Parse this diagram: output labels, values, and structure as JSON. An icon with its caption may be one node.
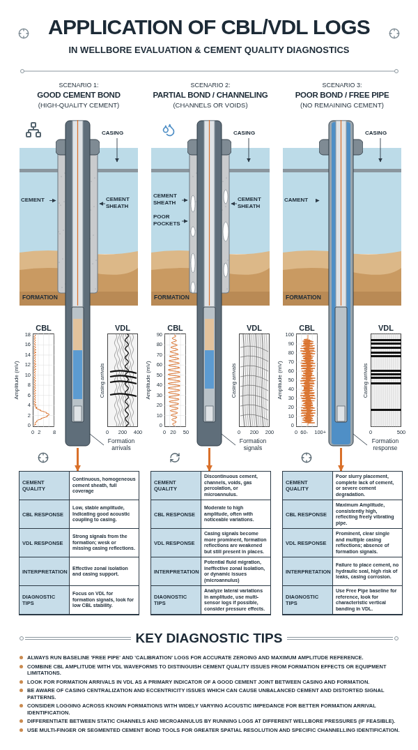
{
  "diagram": {
    "title": "APPLICATION OF CBL/VDL LOGS",
    "nodes": [
      {
        "text": [
          "CASING"
        ]
      },
      {
        "text": [
          "CEMENT"
        ]
      },
      {
        "text": [
          "CEMENT SHEATH"
        ]
      },
      {
        "text": [
          "Formation arrivals"
        ]
      },
      {
        "text": [],
        "shape": "cylinder"
      },
      {
        "text": [
          "CASING"
        ]
      },
      {
        "text": [
          "CEMENT SHEATH"
        ]
      },
      {
        "text": [
          "CEMENT SHEATH"
        ]
      },
      {
        "text": [
          "POOR POCKETS"
        ]
      },
      {
        "text": [
          "Formation signals"
        ]
      },
      {
        "text": [],
        "shape": "cylinder"
      },
      {
        "text": [
          "CASING"
        ]
      },
      {
        "text": [
          "CAMENT"
        ]
      },
      {
        "text": [
          "Formation response"
        ]
      },
      {
        "text": [],
        "shape": "cylinder"
      },
      {
        "text": [
          "CEMENT QUALITY",
          "Continuous, homogeneous cement sheath, full coverage",
          "CBL RESPONSE",
          "Low, stable amplitude, Indicating good acoustic coupling to casing.",
          "VDL RESPONSE",
          "Strong signals from the formation; wesk or missing casing reflections.",
          "INTERPRETATION",
          "Effective zonal isolation and casing support.",
          "DIAGNOSTIC TIPS",
          "Focus on VDL for formation signals, look for low CBL stability."
        ]
      },
      {
        "text": [
          "CEMENT QUALITY",
          "Discontinuous cement, channels, voids, gas percolation, or microannulus.",
          "CBL RESPONSE",
          "Moderate to high amplitude, often with noticeable variations.",
          "VDL RESPONSE",
          "Casing signals become more prominent, formation reflections are weakened but still present in places.",
          "INTERPRETATION",
          "Potential fluid migration, ineffective zonal isolation, or dynamic issues (microannulus)",
          "DIAGNOSTIC TIPS",
          "Analyze lateral variations in amplitude, use multi-sensor logs if possible, consider pressure effects."
        ]
      },
      {
        "text": [
          "CEMENT QUALITY",
          "Poor slurry placement, complete lack of cement, or severe cement degradation.",
          "CBL RESPONSE",
          "Maximum Amplitude, consistently high, reflecting freely vibrating pipe.",
          "VDL RESPONSE",
          "Prominent, clear single and multiple casing reflections; absence of formation signals.",
          "INTERPRETATION",
          "Failure to place cement, no hydraulic seal, high risk of leaks, casing corrosion.",
          "DIAGNOSTIC TIPS",
          "Use Free Pipe baseline for reference, look for characteristic vertical banding in VDL."
        ]
      }
    ],
    "edges": [
      {
        "from": 0,
        "to": null,
        "arrow": "to"
      },
      {
        "from": 1,
        "to": 4,
        "arrow": "to"
      },
      {
        "from": 2,
        "to": 4,
        "arrow": "to"
      },
      {
        "from": 3,
        "to": 4,
        "arrow": "none"
      },
      {
        "from": 4,
        "to": 15,
        "arrow": "to",
        "style": "thick",
        "color": "#d9702a"
      },
      {
        "from": 5,
        "to": null,
        "arrow": "to"
      },
      {
        "from": 6,
        "to": 10,
        "arrow": "to"
      },
      {
        "from": 7,
        "to": 10,
        "arrow": "to"
      },
      {
        "from": 8,
        "to": 10,
        "arrow": "to"
      },
      {
        "from": 9,
        "to": 10,
        "arrow": "none"
      },
      {
        "from": 10,
        "to": 16,
        "arrow": "to",
        "style": "thick",
        "color": "#d9702a"
      },
      {
        "from": 11,
        "to": null,
        "arrow": "to"
      },
      {
        "from": 12,
        "to": 14,
        "arrow": "to"
      },
      {
        "from": 13,
        "to": 14,
        "arrow": "none"
      },
      {
        "from": 14,
        "to": 17,
        "arrow": "to",
        "style": "thick",
        "color": "#d9702a"
      }
    ],
    "labels": [
      "IN WELLBORE EVALUATION & CEMENT QUALITY DIAGNOSTICS",
      "SCENARIO 1:",
      "GOOD CEMENT BOND",
      "(HIGH-QUALITY CEMENT)",
      "SCENARIO 2:",
      "PARTIAL BOND / CHANNELING",
      "(CHANNELS OR VOIDS)",
      "SCENARIO 3:",
      "POOR BOND / FREE PIPE",
      "(NO REMAINING CEMENT)",
      "FORMATION",
      "FORMATION",
      "FORMATION",
      "CBL",
      "18",
      "16",
      "14",
      "12",
      "10",
      "8",
      "6",
      "4",
      "2",
      "0",
      "Amplitude (mV)",
      "0",
      "2",
      "8",
      "VDL",
      "Casing arrivals",
      "0",
      "200",
      "400",
      "CBL",
      "90",
      "80",
      "70",
      "60",
      "50",
      "40",
      "30",
      "20",
      "10",
      "0",
      "Amplitude (mV)",
      "0",
      "20",
      "50",
      "VDL",
      "Casing arrivals",
      "0",
      "200",
      "200",
      "CBL",
      "100",
      "90",
      "80",
      "70",
      "60",
      "50",
      "40",
      "30",
      "20",
      "10",
      "0",
      "Amplitude (mV)",
      "0",
      "60-",
      "100+",
      "VDL",
      "Casing arrivals",
      "0",
      "500",
      "KEY DIAGNOSTIC TIPS",
      "ALWAYS RUN BASELINE 'FREE PIPE' AND 'CALIBRATION' LOGS FOR ACCURATE ZEROING AND MAXIMUM AMPLITUDE REFERENCE.",
      "COMBINE CBL AMPLITUDE WITH VDL WAVEFORMS TO DISTINGUISH CEMENT QUALITY ISSUES FROM FORMATION EFFECTS OR EQUIPMENT LIMITATIONS.",
      "LOOK FOR FORMATION ARRIVALS IN VDL AS A PRIMARY INDICATOR OF A GOOD CEMENT JOINT BETWEEN CASING AND FORMATION.",
      "BE AWARE OF CASING CENTRALIZATION AND ECCENTRICITY ISSUES WHICH CAN CAUSE UNBALANCED CEMENT AND DISTORTED SIGNAL PATTERNS.",
      "CONSIDER LOGGING ACROSS KNOWN FORMATIONS WITH WIDELY VARYING ACOUSTIC IMPEDANCE FOR BETTER FORMATION ARRIVAL IDENTIFICATION.",
      "DIFFERENTIATE BETWEEN STATIC CHANNELS AND MICROANNULUS BY RUNNING LOGS AT DIFFERENT WELLBORE PRESSURES (IF FEASIBLE).",
      "USE MULTI-FINGER OR SEGMENTED CEMENT BOND TOOLS FOR GREATER SPATIAL RESOLUTION AND SPECIFIC CHANNELLING IDENTIFICATION."
    ]
  }
}
